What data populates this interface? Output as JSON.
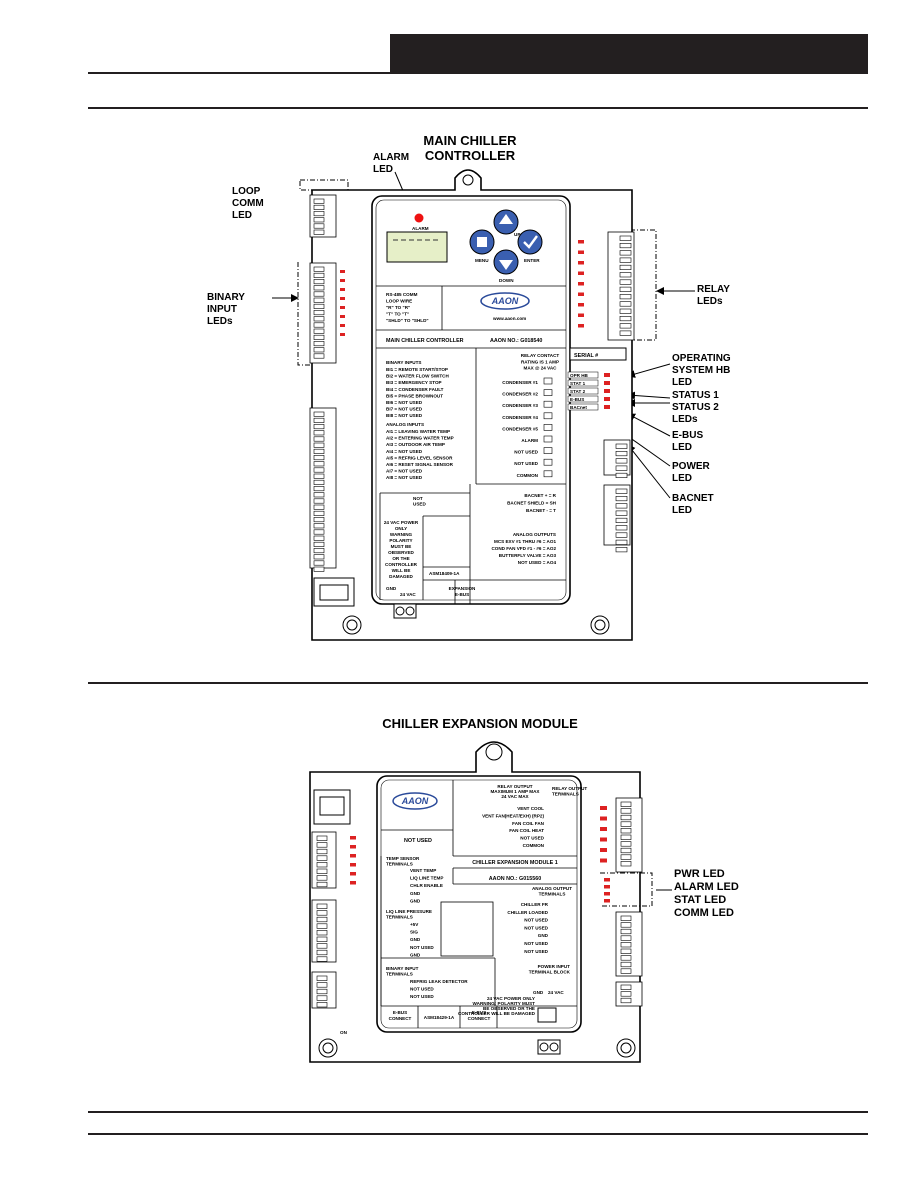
{
  "main_controller": {
    "title_line1": "MAIN CHILLER",
    "title_line2": "CONTROLLER",
    "callouts": {
      "alarm_led": [
        "ALARM",
        "LED"
      ],
      "loop_comm_led": [
        "LOOP",
        "COMM",
        "LED"
      ],
      "binary_input_leds": [
        "BINARY",
        "INPUT",
        "LEDs"
      ],
      "relay_leds": [
        "RELAY",
        "LEDs"
      ],
      "operating_system_hb_led": [
        "OPERATING",
        "SYSTEM HB",
        "LED"
      ],
      "status_leds": [
        "STATUS 1",
        "STATUS 2",
        "LEDs"
      ],
      "ebus_led": [
        "E-BUS",
        "LED"
      ],
      "power_led": [
        "POWER",
        "LED"
      ],
      "bacnet_led": [
        "BACNET",
        "LED"
      ]
    },
    "board": {
      "alarm_label": "ALARM",
      "keys": {
        "menu": "MENU",
        "up": "UP",
        "enter": "ENTER",
        "down": "DOWN"
      },
      "brand": "AAON",
      "website": "www.aaon.com",
      "loop_wiring": [
        "RS-485 COMM",
        "LOOP WIRE",
        "\"R\" TO \"R\"",
        "\"T\" TO \"T\"",
        "\"SHLD\" TO \"SHLD\""
      ],
      "controller_name": "MAIN CHILLER CONTROLLER",
      "part_no": "AAON NO.: G018540",
      "binary_inputs_title": "BINARY INPUTS",
      "binary_inputs": [
        "BI1 = REMOTE START/STOP",
        "BI2 = WATER FLOW SWITCH",
        "BI3 = EMERGENCY STOP",
        "BI4 = CONDENSER FAULT",
        "BI5 = PHASE BROWNOUT",
        "BI6 = NOT USED",
        "BI7 = NOT USED",
        "BI8 = NOT USED"
      ],
      "analog_inputs_title": "ANALOG INPUTS",
      "analog_inputs": [
        "AI1 = LEAVING WATER TEMP",
        "AI2 = ENTERING WATER TEMP",
        "AI3 = OUTDOOR AIR TEMP",
        "AI4 = NOT USED",
        "AI5 = REFRIG LEVEL SENSOR",
        "AI6 = RESET SIGNAL SENSOR",
        "AI7 = NOT USED",
        "AI8 = NOT USED"
      ],
      "relay_contact": [
        "RELAY CONTACT",
        "RATING IS 1 AMP",
        "MAX @ 24 VAC"
      ],
      "relays": [
        "CONDENSER #1",
        "CONDENSER #2",
        "CONDENSER #3",
        "CONDENSER #4",
        "CONDENSER #5",
        "ALARM",
        "NOT USED",
        "NOT USED",
        "COMMON"
      ],
      "bacnet": [
        "BACNET + = R",
        "BACNET SHIELD = SH",
        "BACNET - = T"
      ],
      "analog_outputs_title": "ANALOG OUTPUTS",
      "analog_outputs": [
        "MCS EXV #1 THRU #6 = AO1",
        "COND FAN VFD #1 - #6 = AO2",
        "BUTTERFLY VALVE = AO3",
        "NOT USED = AO4"
      ],
      "power_warning": [
        "24 VAC POWER",
        "ONLY",
        "WARNING",
        "POLARITY",
        "MUST BE",
        "OBSERVED",
        "OR THE",
        "CONTROLLER",
        "WILL BE",
        "DAMAGED"
      ],
      "not_used_jack": [
        "NOT",
        "USED"
      ],
      "board_no": "ASM18409-1A",
      "ebus_label": [
        "EXPANSION",
        "E-BUS"
      ],
      "gnd_label": "GND",
      "vac_label": "24 VAC",
      "serial": "SERIAL #",
      "led_labels": [
        "OPR HB",
        "STAT 1",
        "STAT 2",
        "E-BUS",
        "BACnet"
      ]
    }
  },
  "expansion_module": {
    "title": "CHILLER EXPANSION MODULE",
    "callouts": [
      "PWR LED",
      "ALARM LED",
      "STAT LED",
      "COMM LED"
    ],
    "board": {
      "brand": "AAON",
      "relay_note": [
        "RELAY OUTPUT",
        "MAXIMUM 1 AMP MAX",
        "24 VAC MAX"
      ],
      "relay_terminals_title": [
        "RELAY OUTPUT",
        "TERMINALS"
      ],
      "relays": [
        "VENT COOL",
        "VENT FAN(HEAT/EXH) (RP2)",
        "FAN COIL FAN",
        "FAN COIL HEAT",
        "NOT USED",
        "COMMON"
      ],
      "module_name": "CHILLER EXPANSION MODULE 1",
      "part_no": "AAON NO.: G015560",
      "not_used_top": "NOT USED",
      "temp_sensor_title": [
        "TEMP SENSOR",
        "TERMINALS"
      ],
      "temp_sensors": [
        "VENT TEMP",
        "LIQ LINE TEMP",
        "CHLR ENABLE",
        "GND",
        "GND"
      ],
      "pressure_title": [
        "LIQ LINE PRESSURE",
        "TERMINALS"
      ],
      "pressure_terms": [
        "+5V",
        "SIG",
        "GND",
        "NOT USED",
        "GND"
      ],
      "binary_input_title": [
        "BINARY INPUT",
        "TERMINALS"
      ],
      "binary_inputs": [
        "REFRIG LEAK DETECTOR",
        "NOT USED",
        "NOT USED"
      ],
      "analog_output_title": [
        "ANALOG OUTPUT",
        "TERMINALS"
      ],
      "analog_outputs": [
        "CHILLER FR",
        "CHILLER LOADED",
        "NOT USED",
        "NOT USED",
        "GND",
        "NOT USED",
        "NOT USED"
      ],
      "power_title": [
        "POWER INPUT",
        "TERMINAL BLOCK"
      ],
      "gnd_label": "GND",
      "vac_label": "24 VAC",
      "power_warning": [
        "24 VAC POWER ONLY",
        "WARNING: POLARITY MUST",
        "BE OBSERVED OR THE",
        "CONTROLLER WILL BE DAMAGED"
      ],
      "ebus_connect_left": [
        "E-BUS",
        "CONNECT"
      ],
      "ebus_connect_right": [
        "E-BUS",
        "CONNECT"
      ],
      "board_no": "ASM18429-1A",
      "on_label": "ON"
    }
  }
}
